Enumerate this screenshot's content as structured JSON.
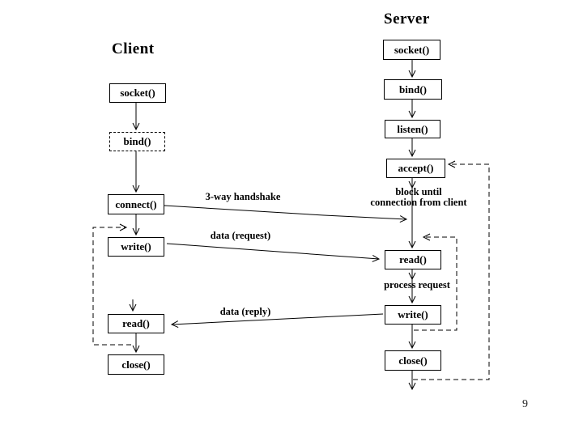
{
  "slide": {
    "page_number": "9",
    "background_color": "#ffffff",
    "line_color": "#000000",
    "text_color": "#000000"
  },
  "client": {
    "title": "Client",
    "boxes": [
      {
        "label": "socket()"
      },
      {
        "label": "bind()"
      },
      {
        "label": "connect()"
      },
      {
        "label": "write()"
      },
      {
        "label": "read()"
      },
      {
        "label": "close()"
      }
    ]
  },
  "server": {
    "title": "Server",
    "boxes": [
      {
        "label": "socket()"
      },
      {
        "label": "bind()"
      },
      {
        "label": "listen()"
      },
      {
        "label": "accept()"
      },
      {
        "label": "read()"
      },
      {
        "label": "write()"
      },
      {
        "label": "close()"
      }
    ]
  },
  "annotations": {
    "handshake": "3-way handshake",
    "data_request": "data (request)",
    "data_reply": "data (reply)",
    "block_until_line1": "block until",
    "block_until_line2": "connection from client",
    "process_request": "process request"
  },
  "edges": [
    {
      "from": "client.socket",
      "to": "client.bind",
      "style": "solid-arrow"
    },
    {
      "from": "client.bind",
      "to": "client.connect",
      "style": "solid-arrow"
    },
    {
      "from": "client.connect",
      "to": "client.write",
      "style": "solid-arrow"
    },
    {
      "from": "client.write",
      "to": "client.read",
      "style": "arrowhead-only"
    },
    {
      "from": "client.read",
      "to": "client.close",
      "style": "solid-arrow"
    },
    {
      "from": "server.socket",
      "to": "server.bind",
      "style": "solid-arrow"
    },
    {
      "from": "server.bind",
      "to": "server.listen",
      "style": "solid-arrow"
    },
    {
      "from": "server.listen",
      "to": "server.accept",
      "style": "solid-arrow"
    },
    {
      "from": "server.accept",
      "to": "server.read",
      "style": "solid-arrow",
      "label": "block until connection from client"
    },
    {
      "from": "server.read",
      "to": "server.write",
      "style": "solid-arrow",
      "label": "process request"
    },
    {
      "from": "server.write",
      "to": "server.close",
      "style": "solid-arrow"
    },
    {
      "from": "server.close",
      "to": "exit",
      "style": "solid-arrow"
    },
    {
      "from": "client.connect",
      "to": "server.accept-line",
      "style": "solid-arrow",
      "label": "3-way handshake"
    },
    {
      "from": "client.write",
      "to": "server.read",
      "style": "solid-arrow",
      "label": "data (request)"
    },
    {
      "from": "server.write",
      "to": "client.read",
      "style": "solid-arrow",
      "label": "data (reply)"
    },
    {
      "from": "client.after-read",
      "to": "client.before-write",
      "style": "dashed-arrow"
    },
    {
      "from": "server.after-write",
      "to": "server.before-read",
      "style": "dashed-arrow"
    },
    {
      "from": "server.after-close",
      "to": "server.accept",
      "style": "dashed-arrow"
    }
  ]
}
